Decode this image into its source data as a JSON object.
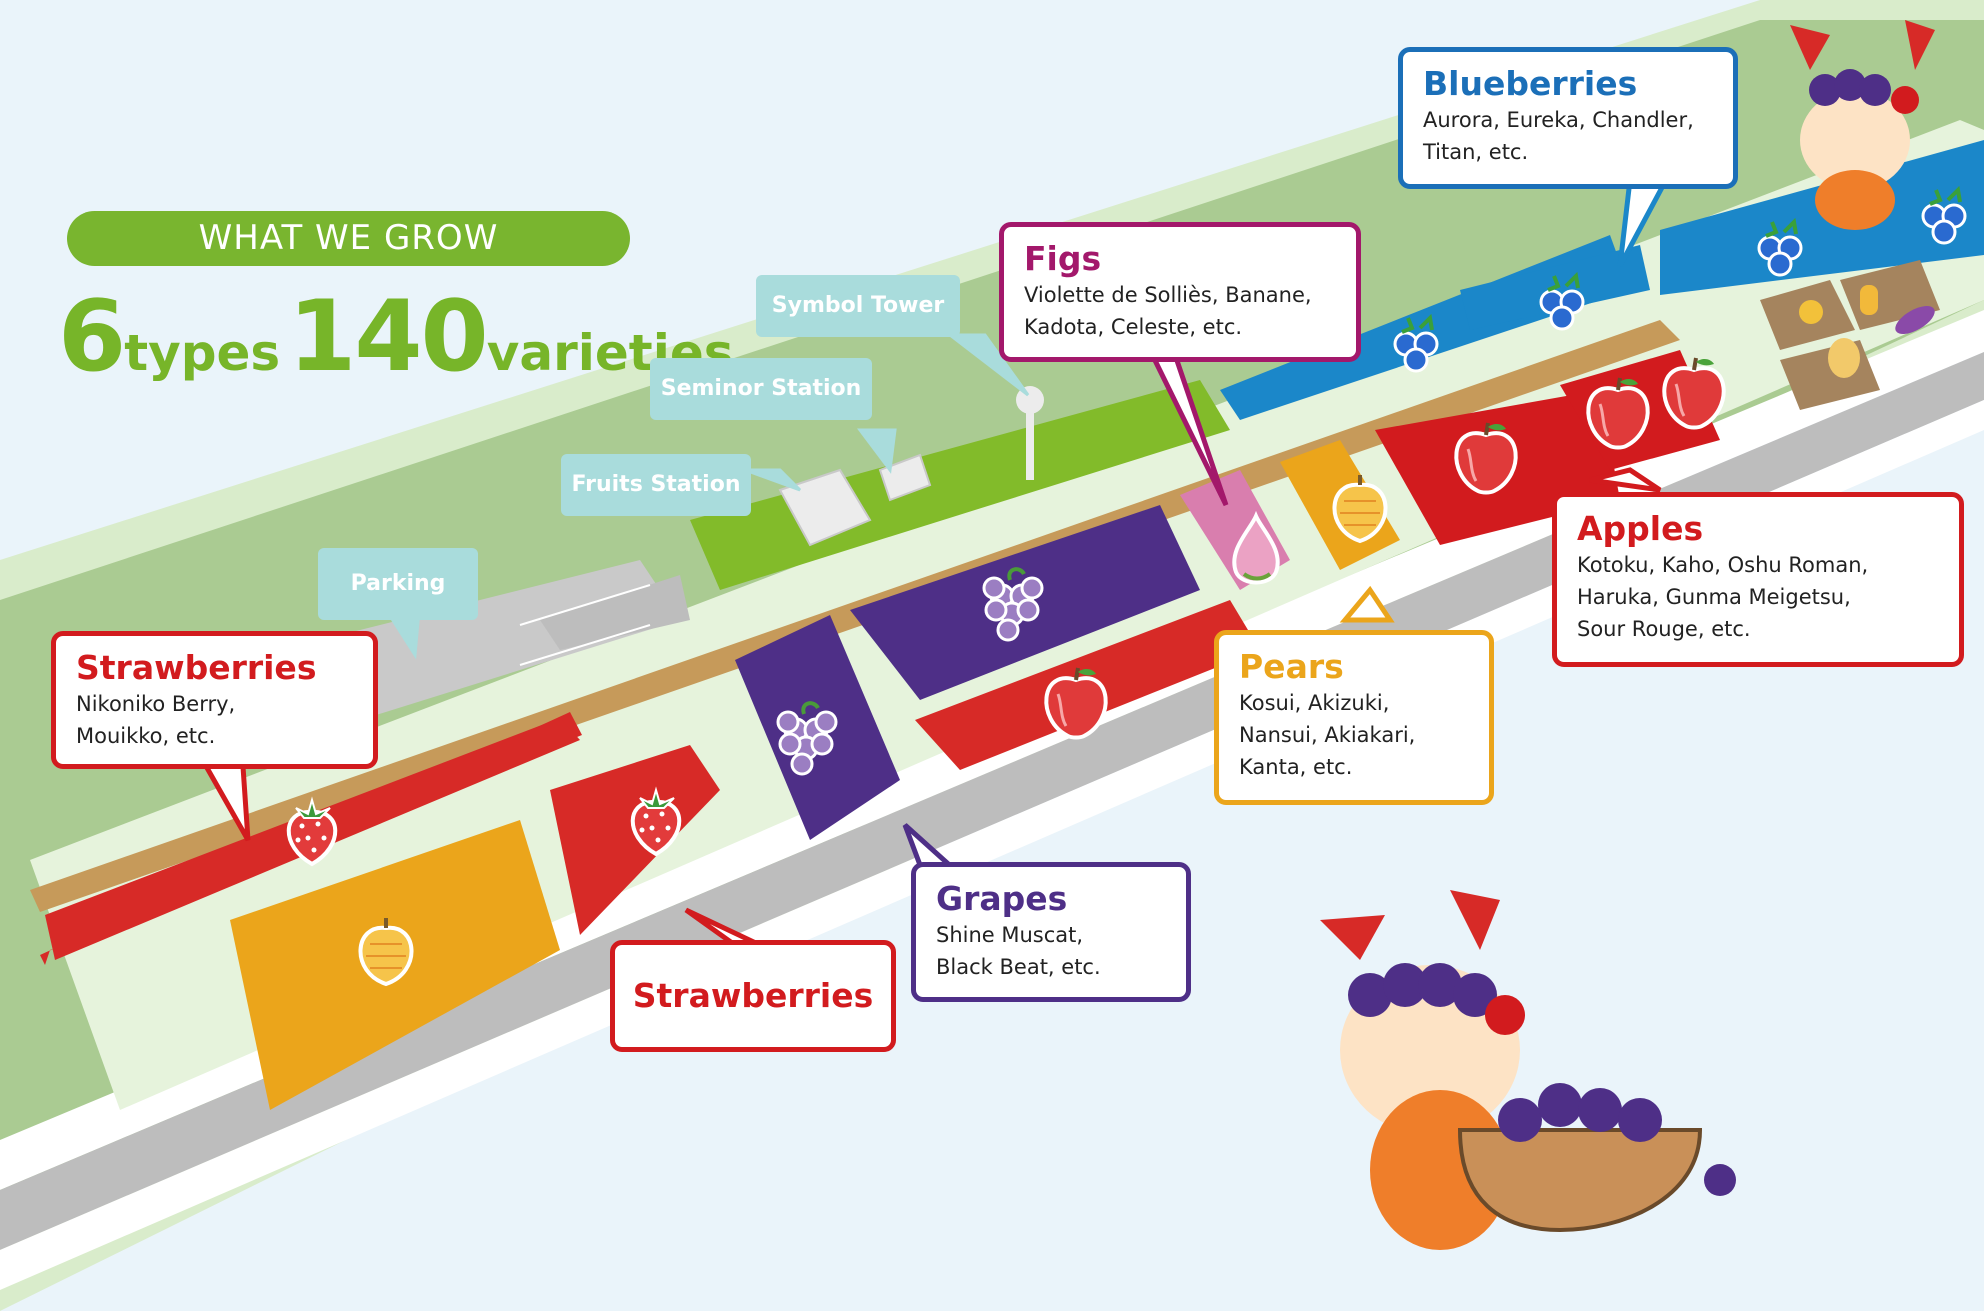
{
  "header": {
    "label": "WHAT WE GROW"
  },
  "summary": {
    "types_count": "6",
    "types_word": "types",
    "varieties_count": "140",
    "varieties_word": "varieties"
  },
  "facilities": {
    "symbol_tower": "Symbol Tower",
    "seminor_station": "Seminor Station",
    "fruits_station": "Fruits Station",
    "parking": "Parking"
  },
  "crops": {
    "strawberries_left": {
      "title": "Strawberries",
      "varieties": "Nikoniko Berry,\nMouikko, etc."
    },
    "strawberries_center": {
      "title": "Strawberries"
    },
    "grapes": {
      "title": "Grapes",
      "varieties": "Shine Muscat,\nBlack Beat, etc."
    },
    "figs": {
      "title": "Figs",
      "varieties": "Violette de Solliès, Banane,\nKadota, Celeste, etc."
    },
    "pears": {
      "title": "Pears",
      "varieties": "Kosui, Akizuki,\nNansui, Akiakari,\nKanta, etc."
    },
    "apples": {
      "title": "Apples",
      "varieties": "Kotoku, Kaho, Oshu Roman,\nHaruka, Gunma Meigetsu,\nSour Rouge, etc."
    },
    "blueberries": {
      "title": "Blueberries",
      "varieties": "Aurora, Eureka, Chandler,\nTitan, etc."
    }
  },
  "colors": {
    "strawberry": "#d72a27",
    "grape": "#4e2f87",
    "fig": "#d97eae",
    "pear": "#eba51b",
    "apple": "#d21b1e",
    "blueberry": "#1b87c9",
    "green_area": "#82bb2a",
    "header_green": "#79b52f"
  },
  "icons": [
    "strawberry-icon",
    "grape-icon",
    "apple-icon",
    "pear-icon",
    "fig-icon",
    "blueberry-icon",
    "flower-icon",
    "corn-icon",
    "pineapple-icon",
    "sweet-potato-icon"
  ]
}
